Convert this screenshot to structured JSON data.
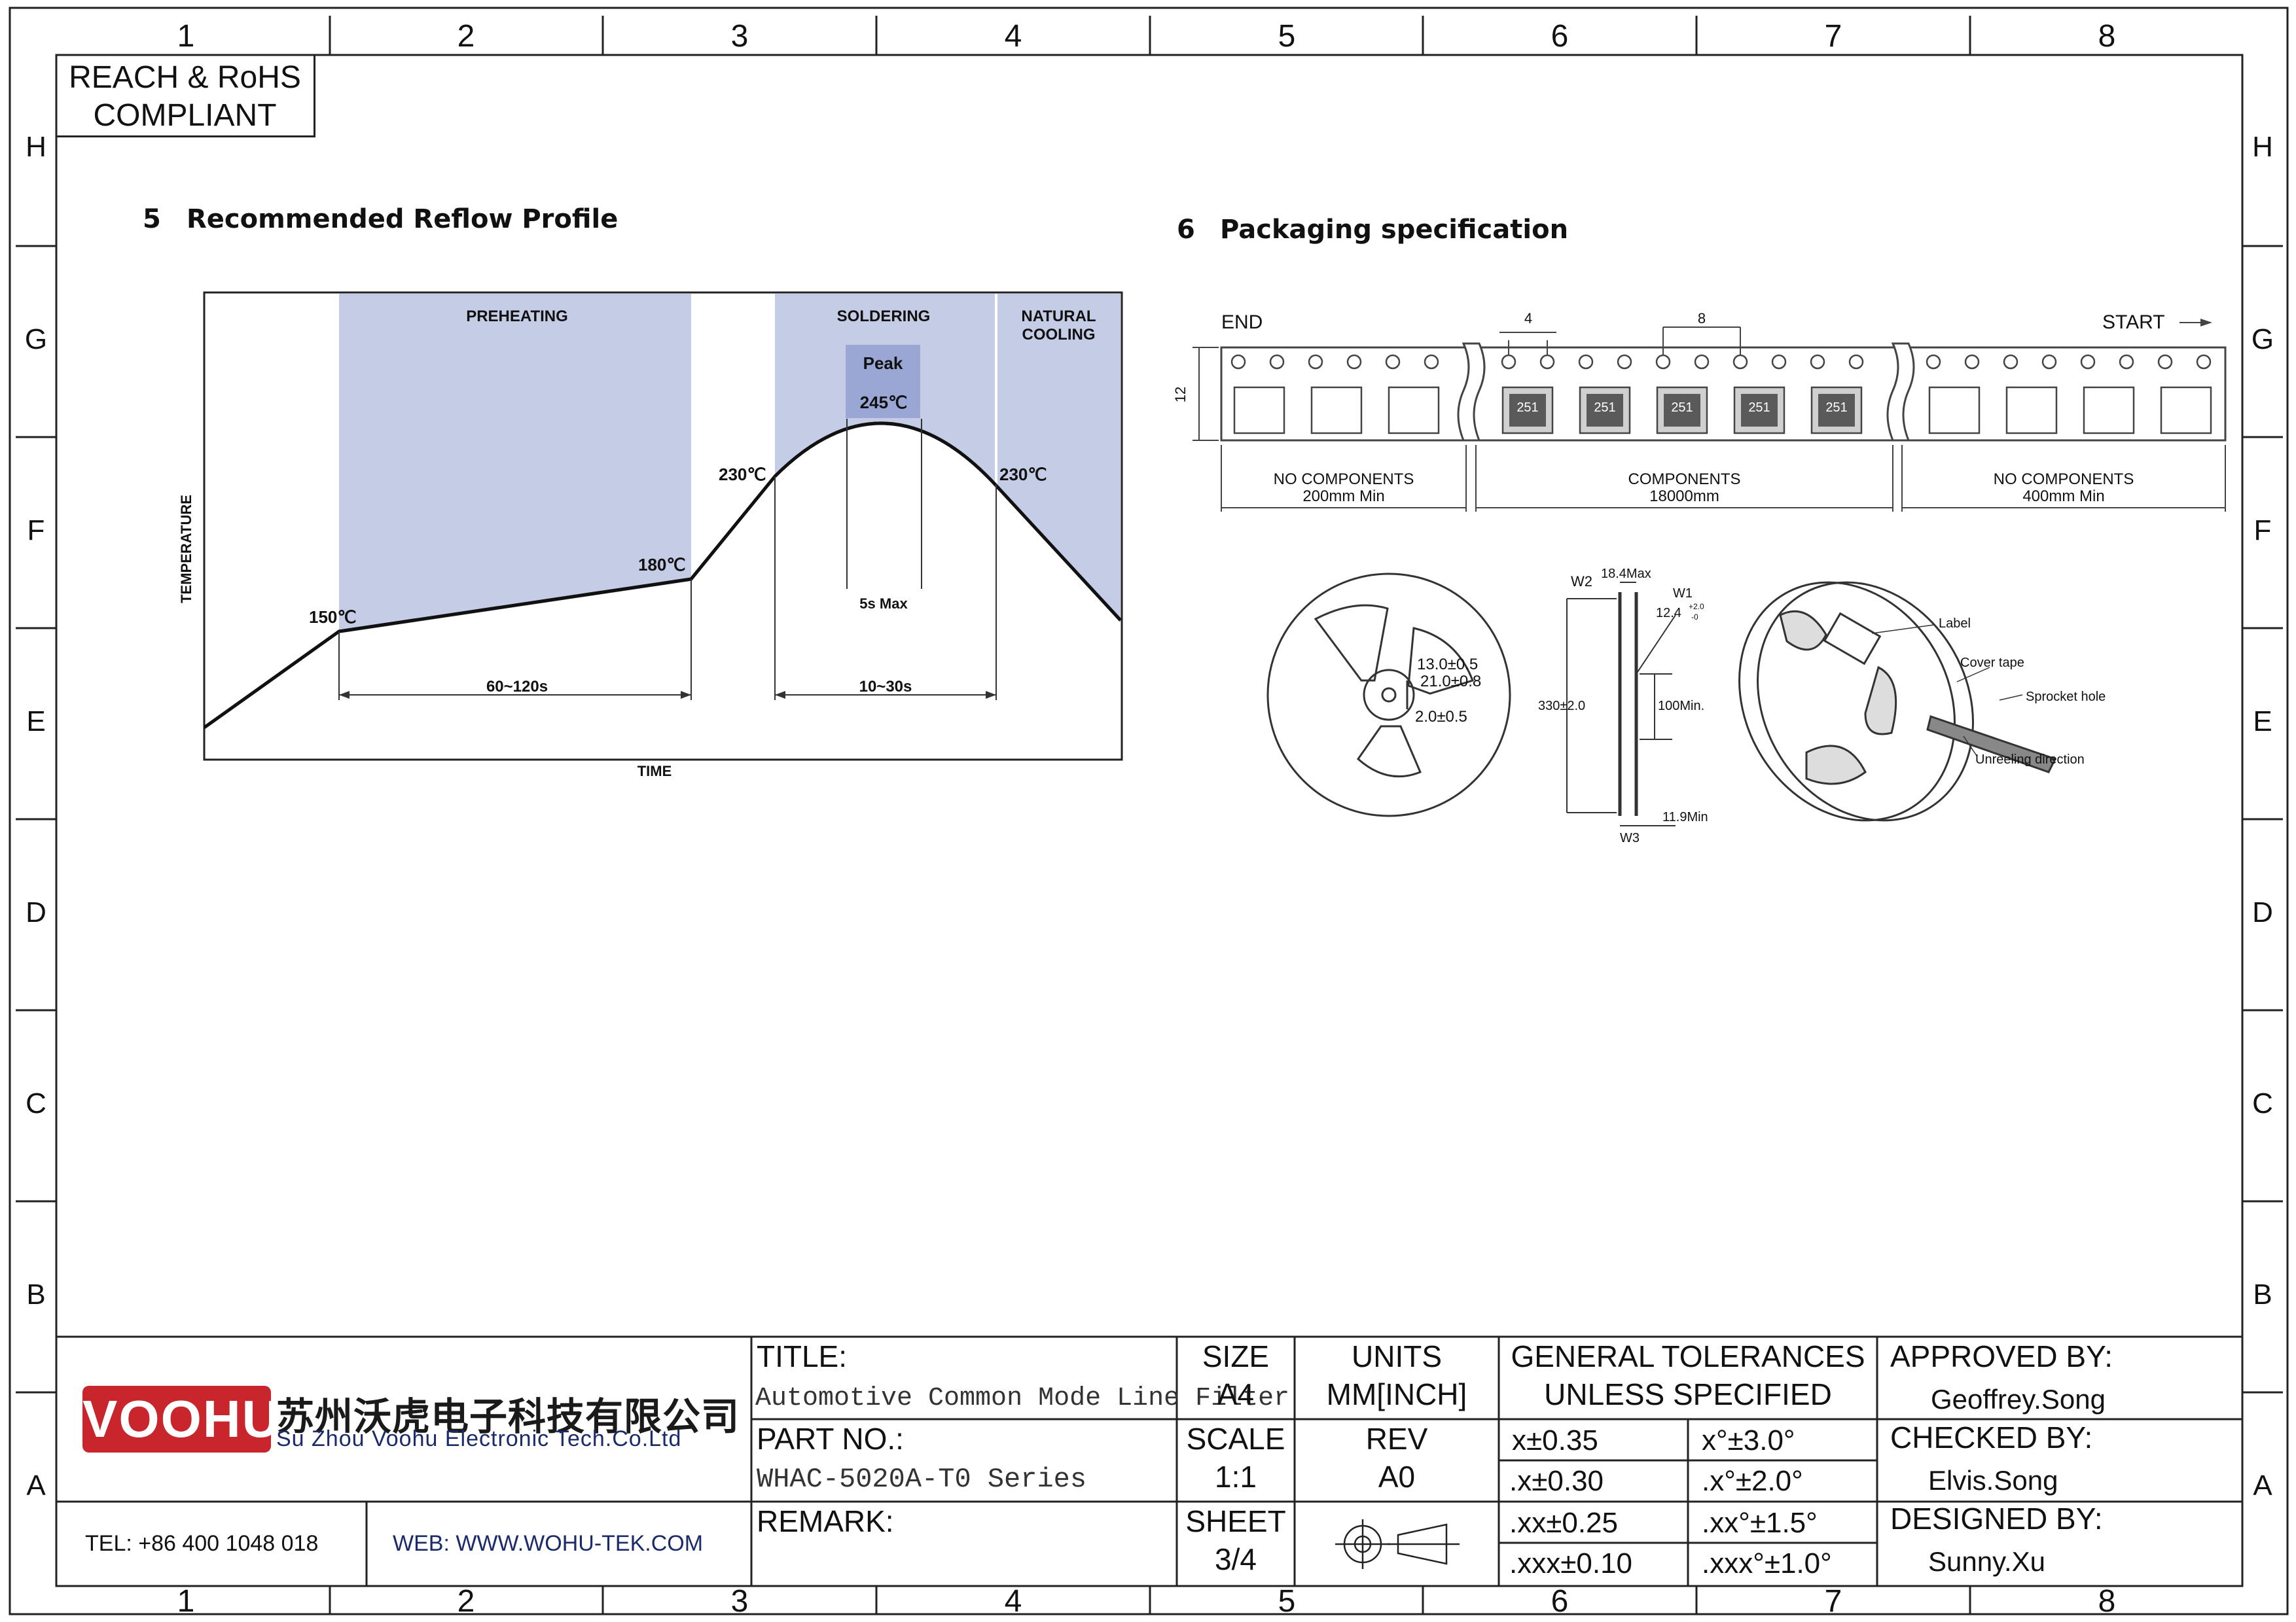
{
  "frame": {
    "columns": [
      "1",
      "2",
      "3",
      "4",
      "5",
      "6",
      "7",
      "8"
    ],
    "rows": [
      "H",
      "G",
      "F",
      "E",
      "D",
      "C",
      "B",
      "A"
    ]
  },
  "compliance": {
    "line1": "REACH & RoHS",
    "line2": "COMPLIANT"
  },
  "reflow": {
    "heading_num": "5",
    "heading": "Recommended Reflow Profile",
    "zones": {
      "preheating": "PREHEATING",
      "soldering": "SOLDERING",
      "cooling1": "NATURAL",
      "cooling2": "COOLING"
    },
    "peak_label": "Peak",
    "peak_temp": "245℃",
    "temps": {
      "t150": "150℃",
      "t180": "180℃",
      "t230_up": "230℃",
      "t230_down": "230℃"
    },
    "durations": {
      "preheat": "60~120s",
      "soldering": "10~30s",
      "peak": "5s Max"
    },
    "ylabel": "TEMPERATURE",
    "xlabel": "TIME",
    "colors": {
      "zone": "#c5cce6",
      "peak": "#9aa6d4",
      "curve": "#111111"
    }
  },
  "packaging": {
    "heading_num": "6",
    "heading": "Packaging specification",
    "tape": {
      "end": "END",
      "start": "START",
      "pitch4": "4",
      "pitch8": "8",
      "width12": "12",
      "part_mark": "251",
      "seg1_a": "NO COMPONENTS",
      "seg1_b": "200mm Min",
      "seg2_a": "COMPONENTS",
      "seg2_b": "18000mm",
      "seg3_a": "NO COMPONENTS",
      "seg3_b": "400mm Min"
    },
    "reel": {
      "d13": "13.0±0.5",
      "d21": "21.0±0.8",
      "d2": "2.0±0.5",
      "w2": "W2",
      "w2_val": "18.4Max",
      "w1": "W1",
      "w1_val": "12.4",
      "w1_tol_plus": "+2.0",
      "w1_tol_minus": "-0",
      "d330": "330±2.0",
      "d100": "100Min.",
      "w3": "W3",
      "w3_val": "11.9Min",
      "label": "Label",
      "cover_tape": "Cover tape",
      "sprocket": "Sprocket hole",
      "unreeling": "Unreeling direction"
    }
  },
  "title_block": {
    "logo_text": "VOOHU",
    "company_cn": "苏州沃虎电子科技有限公司",
    "company_en": "Su Zhou Voohu Electronic Tech.Co.Ltd",
    "tel": "TEL: +86 400 1048 018",
    "web": "WEB: WWW.WOHU-TEK.COM",
    "title_label": "TITLE:",
    "title_value": "Automotive Common Mode Line Filter",
    "part_label": "PART NO.:",
    "part_value": "WHAC-5020A-T0 Series",
    "remark_label": "REMARK:",
    "size_label": "SIZE",
    "size_value": "A4",
    "units_label": "UNITS",
    "units_value": "MM[INCH]",
    "scale_label": "SCALE",
    "scale_value": "1:1",
    "rev_label": "REV",
    "rev_value": "A0",
    "sheet_label": "SHEET",
    "sheet_value": "3/4",
    "gt_line1": "GENERAL TOLERANCES",
    "gt_line2": "UNLESS SPECIFIED",
    "tolerances": [
      [
        "x±0.35",
        "x°±3.0°"
      ],
      [
        ".x±0.30",
        ".x°±2.0°"
      ],
      [
        ".xx±0.25",
        ".xx°±1.5°"
      ],
      [
        ".xxx±0.10",
        ".xxx°±1.0°"
      ]
    ],
    "approved_label": "APPROVED BY:",
    "approved_value": "Geoffrey.Song",
    "checked_label": "CHECKED BY:",
    "checked_value": "Elvis.Song",
    "designed_label": "DESIGNED BY:",
    "designed_value": "Sunny.Xu",
    "logo_color": "#c8262c"
  }
}
